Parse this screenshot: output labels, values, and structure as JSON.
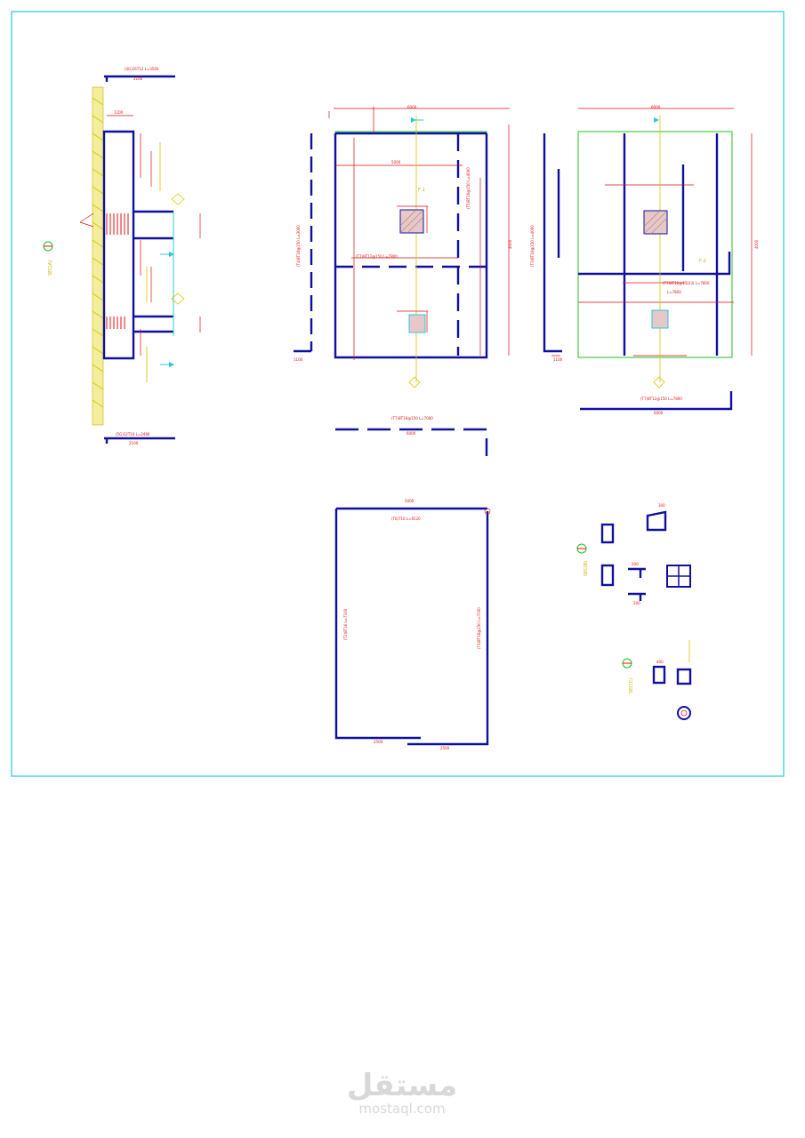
{
  "labels": {
    "section_a": "SEC(A)",
    "section_b": "SEC(B)",
    "section_c": "SEC(C)",
    "top_bar_a": "(4G)16T12 L=3500",
    "bottom_bar_a": "(5G)12T16 L=2480",
    "dim_2100": "2100",
    "dim_1200": "1200",
    "dim_6000": "6000",
    "dim_4000": "4000",
    "dim_5000": "5000",
    "dim_1100": "1100",
    "dim_2500": "2500",
    "dim_300": "300",
    "dim_200": "200",
    "dim_400": "400",
    "bar_mid_plan1": "(T7)8T12@150 L=7800",
    "bar_left_plan1": "(T4)8T16@150 L=3000",
    "bar_right_plan1": "(T5)8T16@150 L=4000",
    "bar_bottom_plan1": "(T7)8T16@150 L=7000",
    "bar_bottom_plan2": "(T7)8T12@150 L=7800",
    "bar_mid_plan2": "(T7)8T12@150(3) L=7800",
    "bar_left_plan2": "(T3)8T16@150 L=4000",
    "bar_top_big": "(T6)T16 L=6520",
    "bar_left_big": "(T2)8T16 L=7100",
    "bar_right_big": "(T3)8T16@150 L=7100",
    "f1": "F-1",
    "f2": "F-2",
    "l_val": "L=7800",
    "l_val2": "L=3000"
  },
  "watermark": {
    "arabic": "مستقل",
    "latin": "mostaql.com"
  },
  "colors": {
    "border": "#28c8d8",
    "rebar": "#1010a0",
    "dimension": "#e01010",
    "annotation": "#c8b400",
    "outline": "#22c022"
  }
}
